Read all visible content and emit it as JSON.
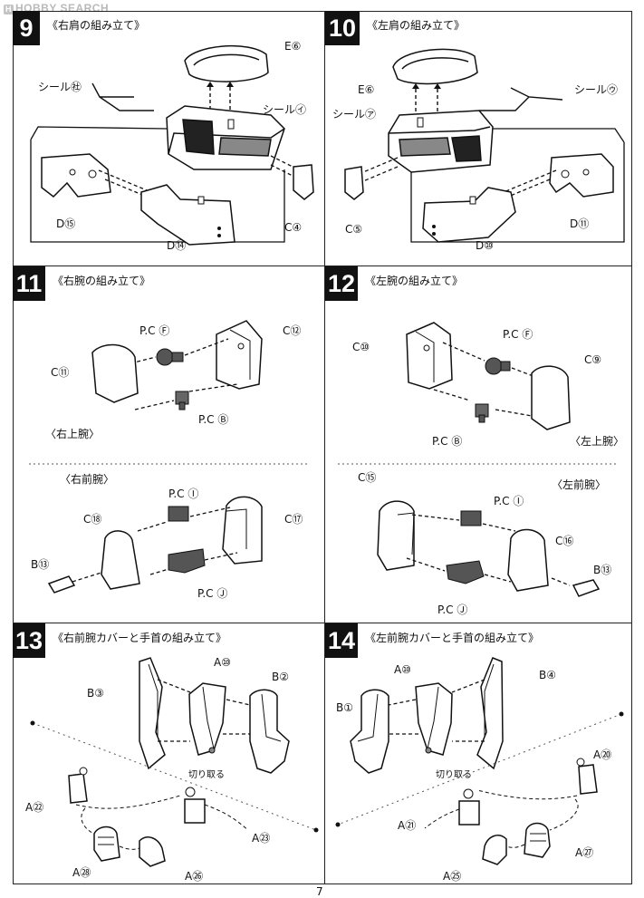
{
  "watermark": {
    "text": "HOBBY SEARCH",
    "mark": "H"
  },
  "page_number": "7",
  "steps": [
    {
      "number": "9",
      "title": "《右肩の組み立て》",
      "labels": {
        "e6": "E⑥",
        "seal_e": "シール㊓",
        "seal_i": "シール㋑",
        "d15": "D⑮",
        "c4": "C④",
        "d14": "D⑭"
      }
    },
    {
      "number": "10",
      "title": "《左肩の組み立て》",
      "labels": {
        "e6": "E⑥",
        "seal_u": "シール㋒",
        "seal_a": "シール㋐",
        "c5": "C⑤",
        "d11": "D⑪",
        "d10": "D⑩"
      }
    },
    {
      "number": "11",
      "title": "《右腕の組み立て》",
      "labels": {
        "pcf": "P.C Ⓕ",
        "c12": "C⑫",
        "c11": "C⑪",
        "pcb": "P.C Ⓑ",
        "upper": "〈右上腕〉",
        "fore": "〈右前腕〉",
        "pci": "P.C Ⓘ",
        "c18": "C⑱",
        "c17": "C⑰",
        "b13": "B⑬",
        "pcj": "P.C Ⓙ"
      }
    },
    {
      "number": "12",
      "title": "《左腕の組み立て》",
      "labels": {
        "c10": "C⑩",
        "pcf": "P.C Ⓕ",
        "c9": "C⑨",
        "pcb": "P.C Ⓑ",
        "upper": "〈左上腕〉",
        "c15": "C⑮",
        "fore": "〈左前腕〉",
        "pci": "P.C Ⓘ",
        "c16": "C⑯",
        "b13": "B⑬",
        "pcj": "P.C Ⓙ"
      }
    },
    {
      "number": "13",
      "title": "《右前腕カバーと手首の組み立て》",
      "labels": {
        "a10": "A⑩",
        "b3": "B③",
        "b2": "B②",
        "cut": "切り取る",
        "a22": "A㉒",
        "a23": "A㉓",
        "a28": "A㉘",
        "a26": "A㉖"
      }
    },
    {
      "number": "14",
      "title": "《左前腕カバーと手首の組み立て》",
      "labels": {
        "a10": "A⑩",
        "b4": "B④",
        "b1": "B①",
        "cut": "切り取る",
        "a20": "A⑳",
        "a21": "A㉑",
        "a27": "A㉗",
        "a25": "A㉕"
      }
    }
  ]
}
